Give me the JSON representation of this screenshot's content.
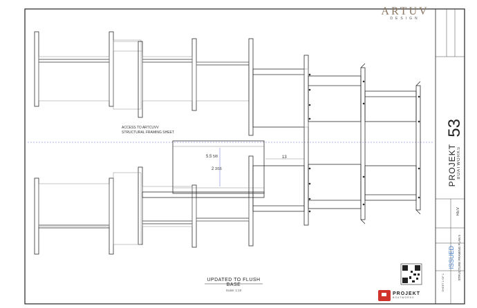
{
  "brand": {
    "logo_text": "ARTUV",
    "logo_sub": "DESIGN"
  },
  "title_block": {
    "project_number": "53",
    "project_name": "PROJEKT",
    "company": "BOATWORKS",
    "status": "ISSUED",
    "rev_label": "REV",
    "sheet_title": "STRUCTURE FRAMING PLAN 5",
    "sheet_ref": "SHEET 1 OF 1",
    "footer_logo": "PROJEKT",
    "footer_logo_sub": "BOATWORKS"
  },
  "drawing": {
    "note_line1": "ACCESS TO ARTCUVV",
    "note_line2": "STRUCTURAL FRAMING SHEET",
    "dim_vertical_a": "5.5",
    "dim_vertical_a_frac": "5/8",
    "dim_vertical_b": "2",
    "dim_vertical_b_frac": "3/16",
    "dim_horizontal": "13",
    "caption_title": "UPDATED TO FLUSH BASE",
    "caption_scale": "Scale: 1:10"
  },
  "colors": {
    "line": "#2b2b2b",
    "light_line": "#8a8a8a",
    "centerline": "#5b6fd6",
    "status": "#4a7fc8",
    "logo": "#8a7560",
    "footer_logo": "#d0322c"
  }
}
